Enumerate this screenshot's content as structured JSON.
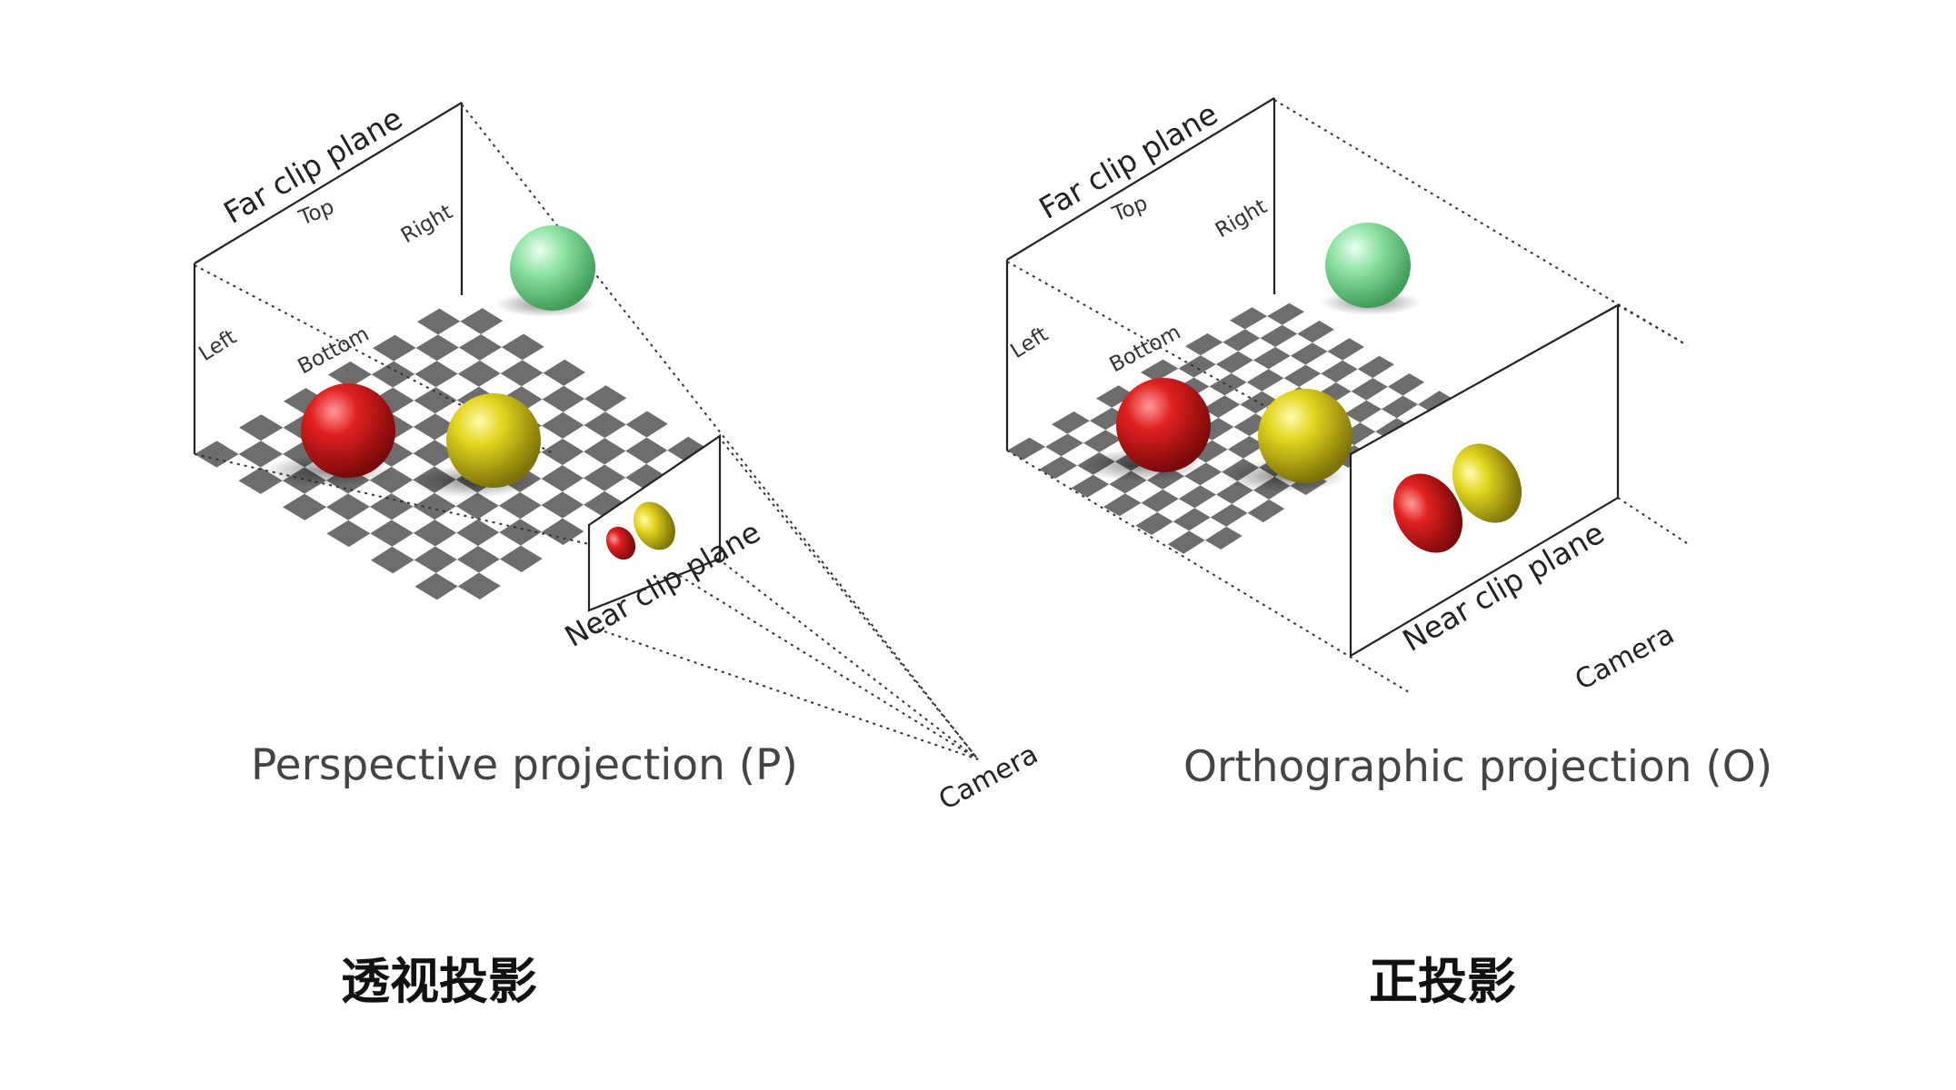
{
  "perspective": {
    "far_clip_plane": "Far clip plane",
    "top": "Top",
    "right": "Right",
    "left": "Left",
    "bottom": "Bottom",
    "near_clip_plane": "Near clip plane",
    "camera": "Camera",
    "caption": "Perspective projection (P)",
    "title": "透视投影"
  },
  "orthographic": {
    "far_clip_plane": "Far clip plane",
    "top": "Top",
    "right": "Right",
    "left": "Left",
    "bottom": "Bottom",
    "near_clip_plane": "Near clip plane",
    "camera": "Camera",
    "caption": "Orthographic projection (O)",
    "title": "正投影"
  },
  "colors": {
    "sphere_red": "#d01a1a",
    "sphere_yellow": "#d8cc1a",
    "sphere_green": "#7ed893",
    "checker_dark": "#6d6d6d",
    "checker_light": "#ffffff",
    "frame": "#222222"
  }
}
